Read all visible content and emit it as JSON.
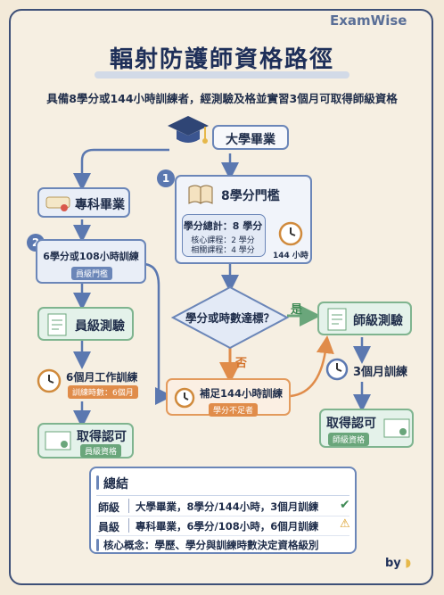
{
  "brand": "ExamWise",
  "title": "輻射防護師資格路徑",
  "subtitle": "具備8學分或144小時訓練者，經測驗及格並實習3個月可取得師級資格",
  "nodes": {
    "university": "大學畢業",
    "junior_college": "專科畢業",
    "step1_num": "1",
    "credits_threshold": "8學分門檻",
    "credits_total": "學分總計：8 學分",
    "core_courses": "核心課程：2 學分",
    "related_courses": "相關課程：4 學分",
    "hours_144": "144 小時",
    "step2_num": "2",
    "junior_threshold": "6學分或108小時訓練",
    "junior_threshold_tag": "員級門檻",
    "decision": "學分或時數達標？",
    "yes": "是",
    "no": "否",
    "senior_exam": "師級測驗",
    "junior_exam": "員級測驗",
    "work_training": "6個月工作訓練",
    "work_training_tag": "訓練時數：6個月",
    "supplement": "補足144小時訓練",
    "supplement_tag": "學分不足者",
    "training_3m": "3個月訓練",
    "cert_senior": "取得認可",
    "cert_senior_tag": "師級資格",
    "cert_junior": "取得認可",
    "cert_junior_tag": "員級資格"
  },
  "summary": {
    "heading": "總結",
    "rows": [
      {
        "level": "師級",
        "text": "大學畢業，8學分/144小時，3個月訓練",
        "mark": "✔"
      },
      {
        "level": "員級",
        "text": "專科畢業，6學分/108小時，6個月訓練",
        "mark": "⚠"
      }
    ],
    "core": "核心概念：學歷、學分與訓練時數決定資格級別"
  },
  "footer": "by",
  "colors": {
    "blue": "#6b86b8",
    "green": "#6aa67b",
    "orange": "#e08c4a",
    "navy": "#1e2f59"
  }
}
